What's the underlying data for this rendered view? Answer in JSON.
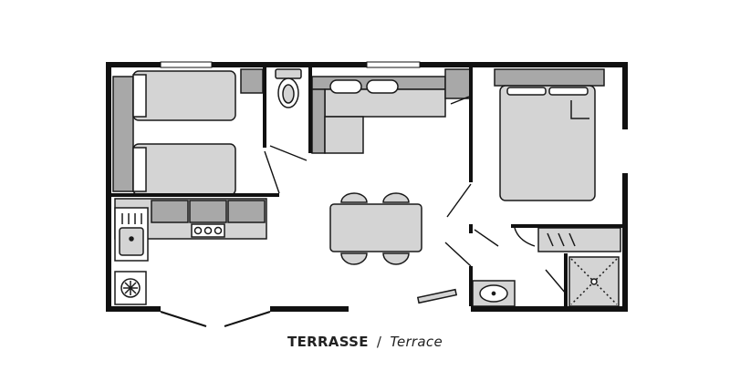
{
  "caption": {
    "primary": "TERRASSE",
    "separator": "/",
    "secondary": "Terrace"
  },
  "colors": {
    "wall": "#111111",
    "furniture": "#d4d4d4",
    "furniture_dark": "#a8a8a8",
    "furniture_stroke": "#1a1a1a",
    "background": "#ffffff"
  },
  "rooms": [
    {
      "name": "twin-bedroom",
      "furniture": [
        "single-bed",
        "single-bed",
        "wardrobe"
      ]
    },
    {
      "name": "wc",
      "furniture": [
        "toilet"
      ]
    },
    {
      "name": "living-room",
      "furniture": [
        "sofa",
        "dining-table",
        "chair",
        "chair",
        "chair",
        "chair"
      ]
    },
    {
      "name": "kitchen",
      "furniture": [
        "sink",
        "hob",
        "counter",
        "water-heater"
      ]
    },
    {
      "name": "master-bedroom",
      "furniture": [
        "double-bed",
        "bedside-table",
        "wardrobe"
      ]
    },
    {
      "name": "bathroom",
      "furniture": [
        "washbasin",
        "shower",
        "towel-rail"
      ]
    }
  ]
}
